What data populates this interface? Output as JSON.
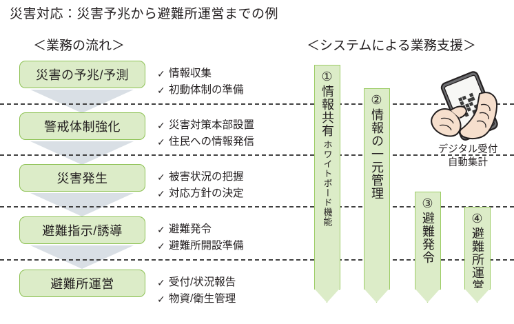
{
  "title": "災害対応：災害予兆から避難所運営までの例",
  "headers": {
    "left": "＜業務の流れ＞",
    "right": "＜システムによる業務支援＞"
  },
  "colors": {
    "box_fill": "#dcecc8",
    "box_border": "#8cc152",
    "arrow_gray": "#ccd4dc",
    "divider": "#3f3f3f",
    "text": "#231f20"
  },
  "flow": {
    "stages": [
      {
        "label": "災害の予兆/予測",
        "tasks": [
          "情報収集",
          "初動体制の準備"
        ]
      },
      {
        "label": "警戒体制強化",
        "tasks": [
          "災害対策本部設置",
          "住民への情報発信"
        ]
      },
      {
        "label": "災害発生",
        "tasks": [
          "被害状況の把握",
          "対応方針の決定"
        ]
      },
      {
        "label": "避難指示/誘導",
        "tasks": [
          "避難発令",
          "避難所開設準備"
        ]
      },
      {
        "label": "避難所運営",
        "tasks": [
          "受付/状況報告",
          "物資/衛生管理"
        ]
      }
    ],
    "check_mark": "✓"
  },
  "system": {
    "arrows": [
      {
        "number": "①",
        "main": "情報共有",
        "sub": "ホワイトボード機能"
      },
      {
        "number": "②",
        "main": "情報の一元管理",
        "sub": ""
      },
      {
        "number": "③",
        "main": "避難発令",
        "sub": ""
      },
      {
        "number": "④",
        "main": "避難所運営",
        "sub": ""
      }
    ],
    "illustration": {
      "name": "hand-holding-smartphone-qr",
      "caption_line1": "デジタル受付",
      "caption_line2": "自動集計"
    }
  }
}
